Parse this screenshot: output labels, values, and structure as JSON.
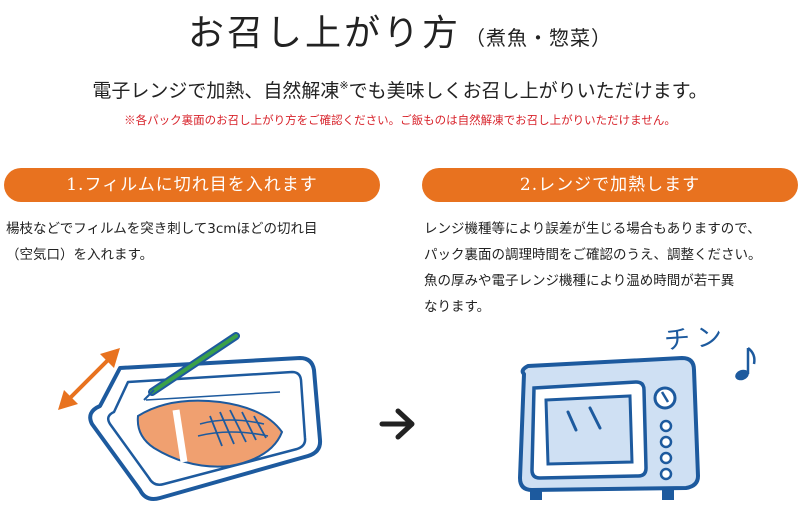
{
  "header": {
    "title": "お召し上がり方",
    "subtitle": "（煮魚・惣菜）"
  },
  "lead": {
    "text": "電子レンジで加熱、自然解凍",
    "mark": "※",
    "text_after": "でも美味しくお召し上がりいただけます。"
  },
  "note": "※各パック裏面のお召し上がり方をご確認ください。ご飯ものは自然解凍でお召し上がりいただけません。",
  "steps": [
    {
      "label": "1.フィルムに切れ目を入れます",
      "lines": [
        "楊枝などでフィルムを突き刺して3cmほどの切れ目",
        "（空気口）を入れます。"
      ]
    },
    {
      "label": "2.レンジで加熱します",
      "lines": [
        "レンジ機種等により誤差が生じる場合もありますので、",
        "パック裏面の調理時間をご確認のうえ、調整ください。",
        "魚の厚みや電子レンジ機種により温め時間が若干異",
        "なります。"
      ]
    }
  ],
  "sound": "チン",
  "colors": {
    "accent": "#e8721f",
    "note_red": "#d8242c",
    "tray_blue": "#1d5a9e",
    "microwave_fill": "#cfe0f3",
    "toothpick_green": "#3aa04a",
    "fish_orange": "#f0a070"
  },
  "icons": [
    "double-arrow-icon",
    "toothpick-icon",
    "tray-illustration",
    "right-arrow-icon",
    "microwave-illustration",
    "music-note-icon"
  ]
}
